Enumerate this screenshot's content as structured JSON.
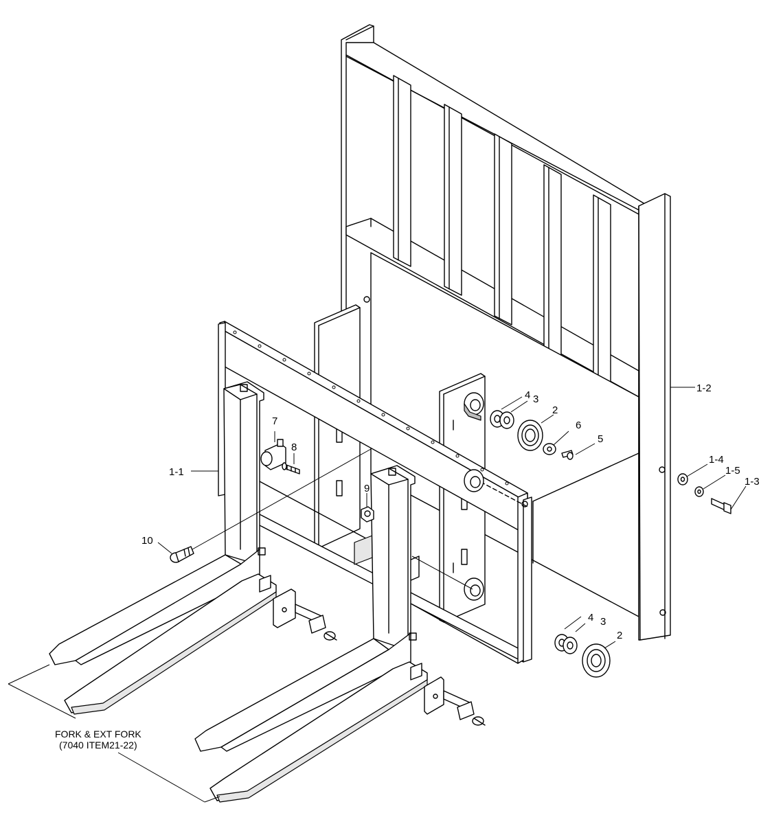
{
  "callouts": {
    "c1_1": "1-1",
    "c1_2": "1-2",
    "c1_3": "1-3",
    "c1_4": "1-4",
    "c1_5": "1-5",
    "c2_top": "2",
    "c2_bot": "2",
    "c3_top": "3",
    "c3_bot": "3",
    "c4_top": "4",
    "c4_bot": "4",
    "c5": "5",
    "c6": "6",
    "c7": "7",
    "c8": "8",
    "c9": "9",
    "c10": "10"
  },
  "note": {
    "line1": "FORK & EXT FORK",
    "line2": "(7040 ITEM21-22)"
  }
}
